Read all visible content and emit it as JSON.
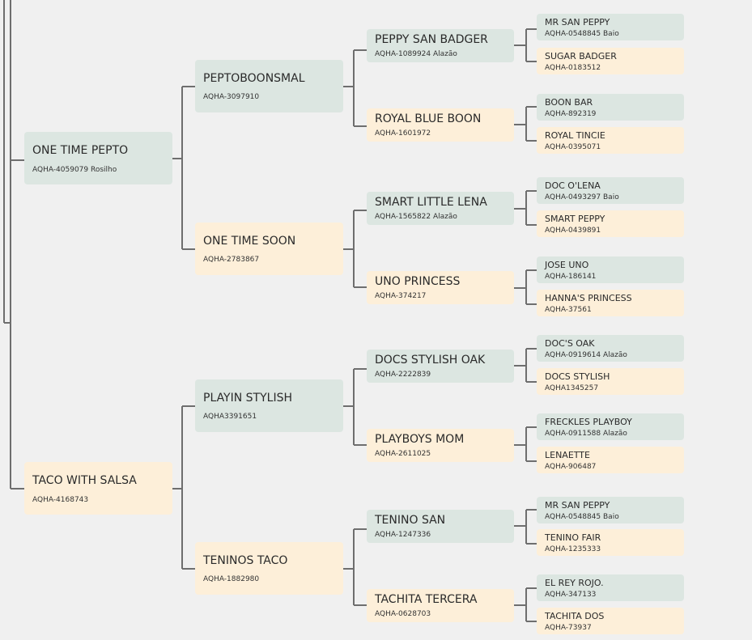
{
  "pedigree": {
    "parents": [
      {
        "name": "ONE TIME PEPTO",
        "reg": "AQHA-4059079 Rosilho",
        "sex": "sire"
      },
      {
        "name": "TACO WITH SALSA",
        "reg": "AQHA-4168743",
        "sex": "dam"
      }
    ],
    "grandparents": [
      {
        "name": "PEPTOBOONSMAL",
        "reg": "AQHA-3097910",
        "sex": "sire"
      },
      {
        "name": "ONE TIME SOON",
        "reg": "AQHA-2783867",
        "sex": "dam"
      },
      {
        "name": "PLAYIN STYLISH",
        "reg": "AQHA3391651",
        "sex": "sire"
      },
      {
        "name": "TENINOS TACO",
        "reg": "AQHA-1882980",
        "sex": "dam"
      }
    ],
    "great_grandparents": [
      {
        "name": "PEPPY SAN BADGER",
        "reg": "AQHA-1089924 Alazão",
        "sex": "sire"
      },
      {
        "name": "ROYAL BLUE BOON",
        "reg": "AQHA-1601972",
        "sex": "dam"
      },
      {
        "name": "SMART LITTLE LENA",
        "reg": "AQHA-1565822 Alazão",
        "sex": "sire"
      },
      {
        "name": "UNO PRINCESS",
        "reg": "AQHA-374217",
        "sex": "dam"
      },
      {
        "name": "DOCS STYLISH OAK",
        "reg": "AQHA-2222839",
        "sex": "sire"
      },
      {
        "name": "PLAYBOYS MOM",
        "reg": "AQHA-2611025",
        "sex": "dam"
      },
      {
        "name": "TENINO SAN",
        "reg": "AQHA-1247336",
        "sex": "sire"
      },
      {
        "name": "TACHITA TERCERA",
        "reg": "AQHA-0628703",
        "sex": "dam"
      }
    ],
    "great_great_grandparents": [
      {
        "name": "MR SAN PEPPY",
        "reg": "AQHA-0548845 Baio",
        "sex": "sire"
      },
      {
        "name": "SUGAR BADGER",
        "reg": "AQHA-0183512",
        "sex": "dam"
      },
      {
        "name": "BOON BAR",
        "reg": "AQHA-892319",
        "sex": "sire"
      },
      {
        "name": "ROYAL TINCIE",
        "reg": "AQHA-0395071",
        "sex": "dam"
      },
      {
        "name": "DOC O'LENA",
        "reg": "AQHA-0493297 Baio",
        "sex": "sire"
      },
      {
        "name": "SMART PEPPY",
        "reg": "AQHA-0439891",
        "sex": "dam"
      },
      {
        "name": "JOSE UNO",
        "reg": "AQHA-186141",
        "sex": "sire"
      },
      {
        "name": "HANNA'S PRINCESS",
        "reg": "AQHA-37561",
        "sex": "dam"
      },
      {
        "name": "DOC'S OAK",
        "reg": "AQHA-0919614 Alazão",
        "sex": "sire"
      },
      {
        "name": "DOCS STYLISH",
        "reg": "AQHA1345257",
        "sex": "dam"
      },
      {
        "name": "FRECKLES PLAYBOY",
        "reg": "AQHA-0911588 Alazão",
        "sex": "sire"
      },
      {
        "name": "LENAETTE",
        "reg": "AQHA-906487",
        "sex": "dam"
      },
      {
        "name": "MR SAN PEPPY",
        "reg": "AQHA-0548845 Baio",
        "sex": "sire"
      },
      {
        "name": "TENINO FAIR",
        "reg": "AQHA-1235333",
        "sex": "dam"
      },
      {
        "name": "EL REY ROJO.",
        "reg": "AQHA-347133",
        "sex": "sire"
      },
      {
        "name": "TACHITA DOS",
        "reg": "AQHA-73937",
        "sex": "dam"
      }
    ]
  },
  "colors": {
    "sire_bg": "#dce6e1",
    "dam_bg": "#fdefd9",
    "connector": "#6e6e6e",
    "background": "#f0f0f0"
  }
}
